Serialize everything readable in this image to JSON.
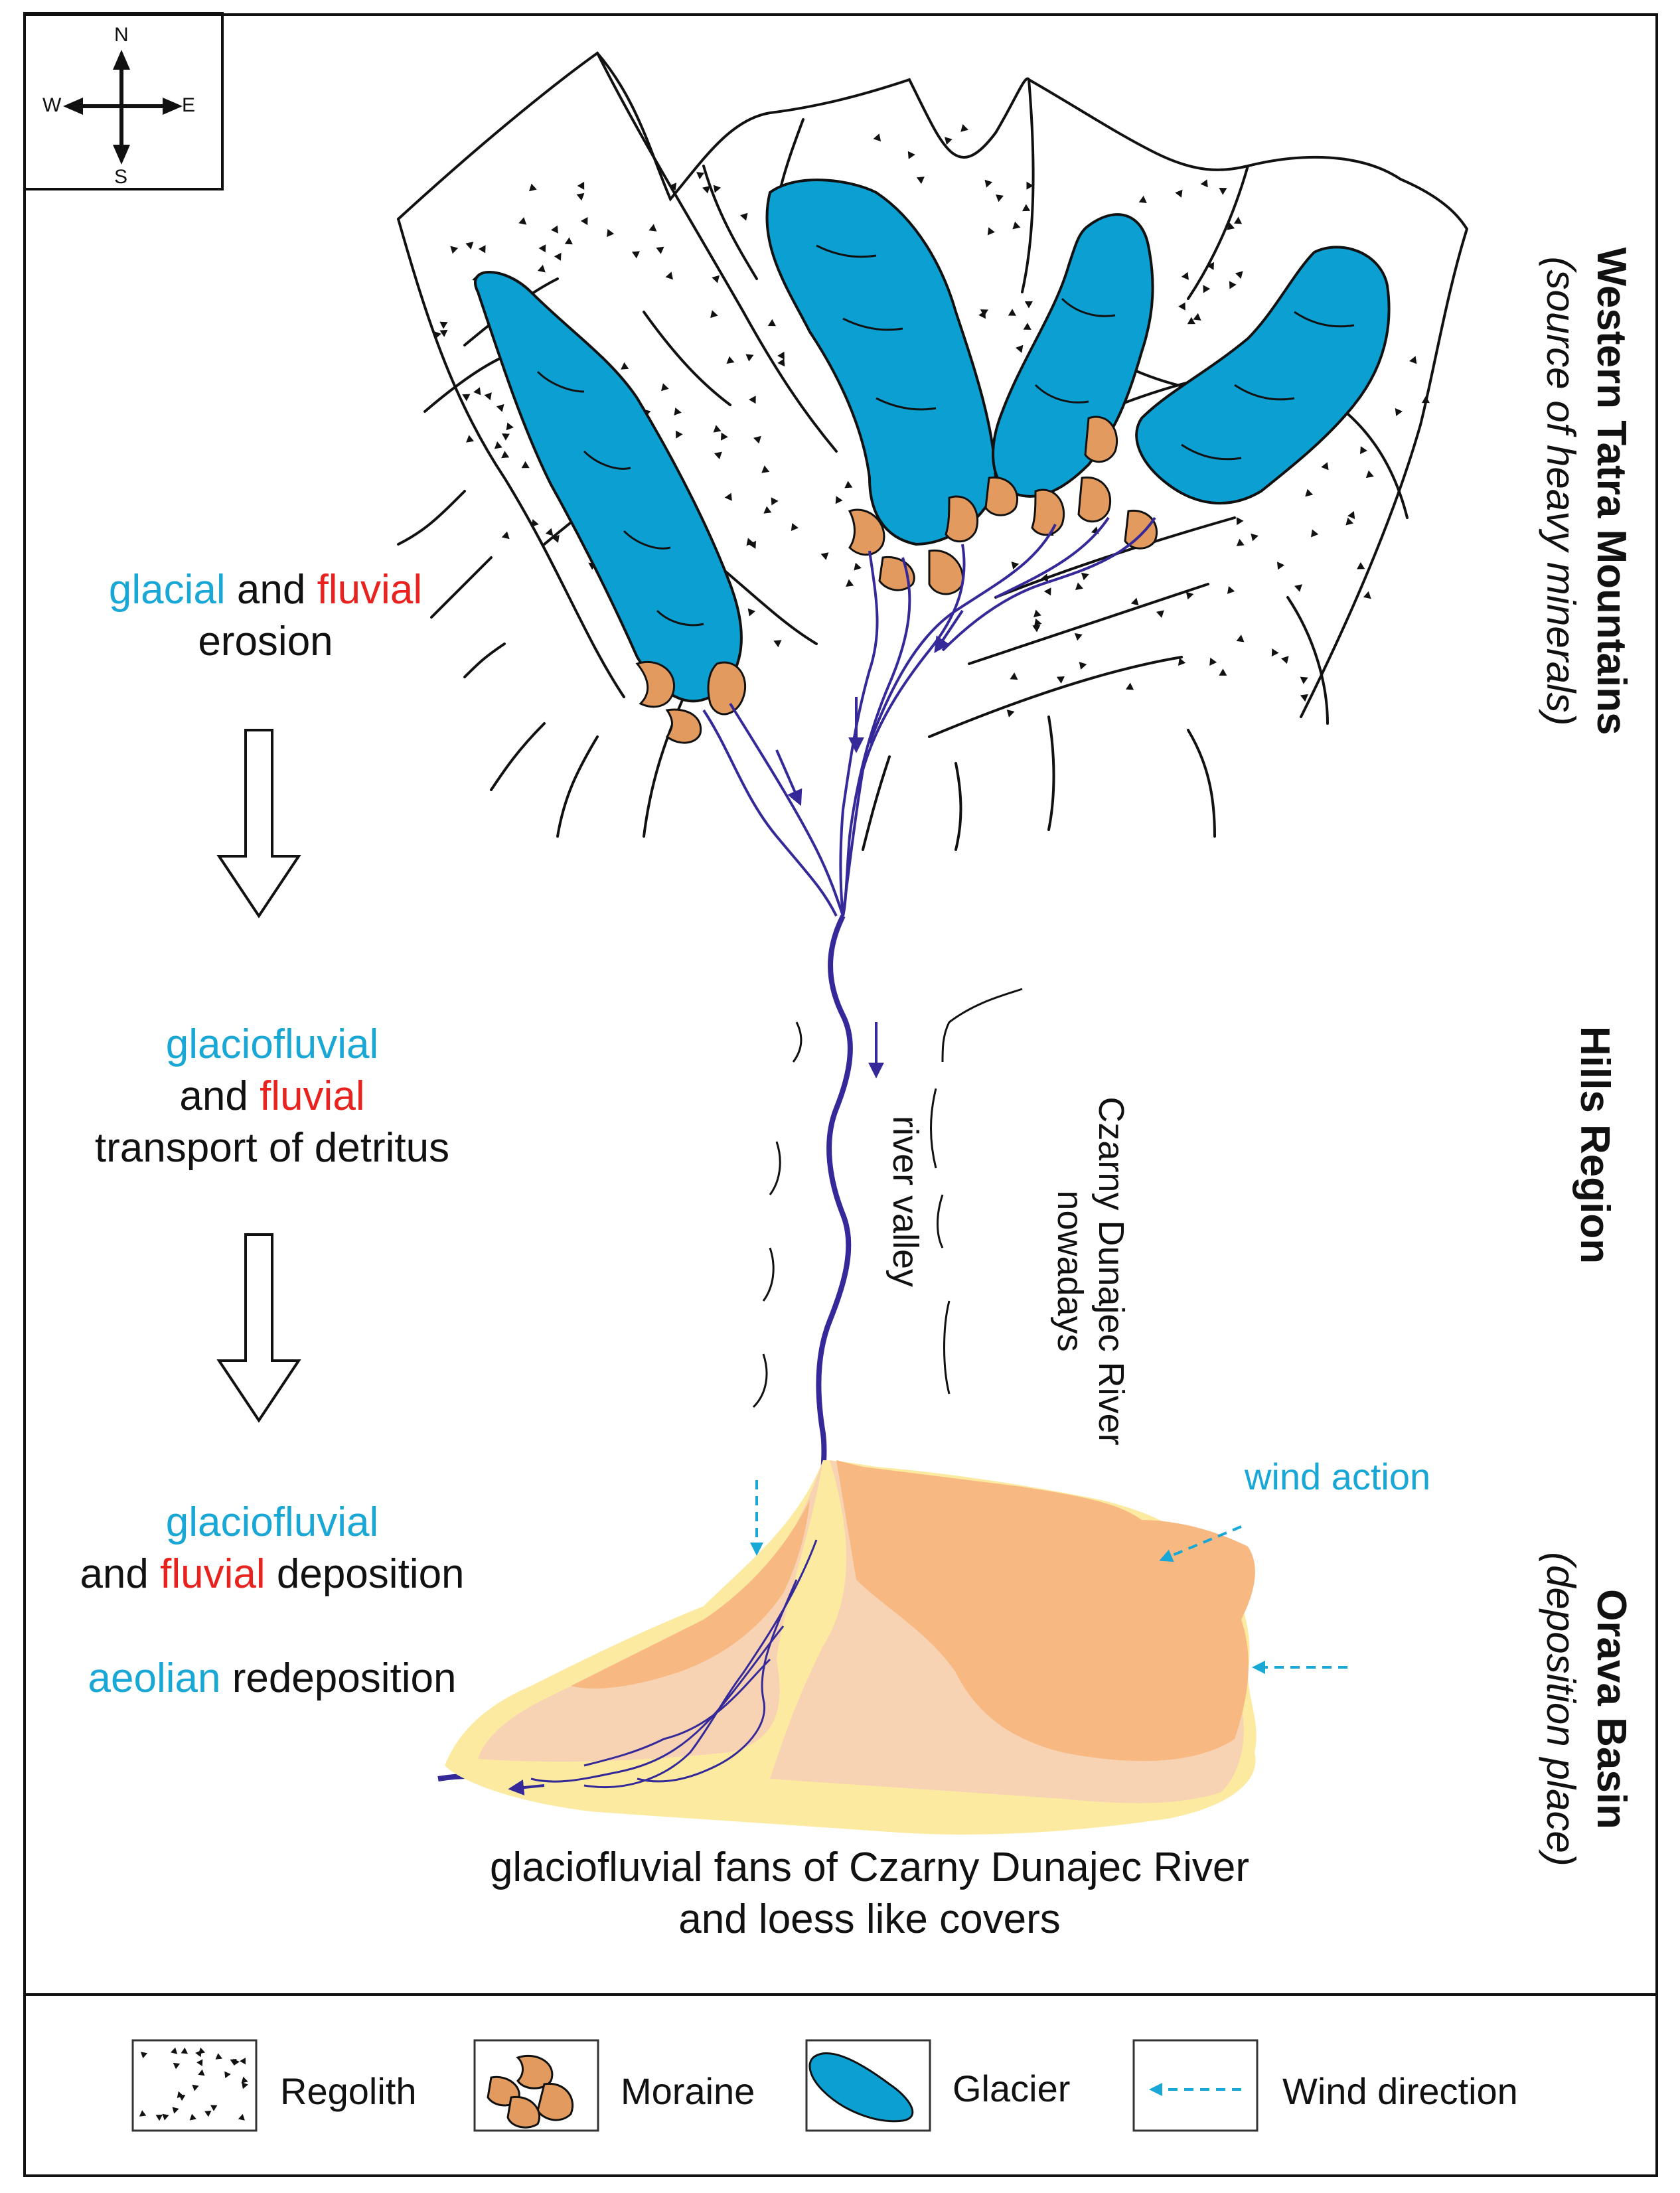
{
  "compass": {
    "north": "N",
    "south": "S",
    "east": "E",
    "west": "W"
  },
  "regions": {
    "tatra_title": "Western Tatra Mountains",
    "tatra_subtitle": "(source of heavy minerals)",
    "hills_title": "Hills Region",
    "orava_title": "Orava Basin",
    "orava_subtitle": "(deposition place)"
  },
  "stages": {
    "erosion": {
      "word1": "glacial",
      "and": " and ",
      "word2": "fluvial",
      "line2": "erosion"
    },
    "transport": {
      "word1": "glaciofluvial",
      "and": "and ",
      "word2": "fluvial",
      "line3": "transport of detritus"
    },
    "deposition": {
      "word1": "glaciofluvial",
      "and": "and ",
      "word2": "fluvial",
      "rest": " deposition"
    },
    "aeolian": {
      "word": "aeolian",
      "rest": " redeposition"
    }
  },
  "annotations": {
    "river_valley": "river valley",
    "river_name_line1": "Czarny Dunajec River",
    "river_name_line2": "nowadays",
    "wind_action": "wind action",
    "fans_line1": "glaciofluvial fans of Czarny Dunajec River",
    "fans_line2": "and loess like covers"
  },
  "legend": {
    "regolith": "Regolith",
    "moraine": "Moraine",
    "glacier": "Glacier",
    "wind": "Wind direction"
  },
  "colors": {
    "glacier": "#0b9fd2",
    "moraine": "#e39a5e",
    "river": "#35299a",
    "wind": "#19a7d6",
    "fan_dark": "#f7b882",
    "fan_mid": "#f8d3b3",
    "fan_light": "#fbeaa0",
    "highlight_blue": "#19a7d6",
    "highlight_red": "#e8231f"
  }
}
